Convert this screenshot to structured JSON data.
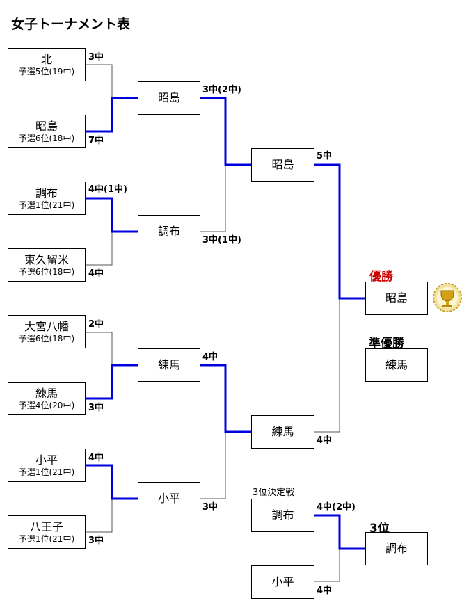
{
  "title": "女子トーナメント表",
  "round1": [
    {
      "name": "北",
      "sub": "予選5位(19中)",
      "score": "3中"
    },
    {
      "name": "昭島",
      "sub": "予選6位(18中)",
      "score": "7中"
    },
    {
      "name": "調布",
      "sub": "予選1位(21中)",
      "score": "4中(1中)"
    },
    {
      "name": "東久留米",
      "sub": "予選6位(18中)",
      "score": "4中"
    },
    {
      "name": "大宮八幡",
      "sub": "予選6位(18中)",
      "score": "2中"
    },
    {
      "name": "練馬",
      "sub": "予選4位(20中)",
      "score": "3中"
    },
    {
      "name": "小平",
      "sub": "予選1位(21中)",
      "score": "4中"
    },
    {
      "name": "八王子",
      "sub": "予選1位(21中)",
      "score": "3中"
    }
  ],
  "round2": [
    {
      "name": "昭島",
      "score": "3中(2中)"
    },
    {
      "name": "調布",
      "score": "3中(1中)"
    },
    {
      "name": "練馬",
      "score": "4中"
    },
    {
      "name": "小平",
      "score": "3中"
    }
  ],
  "semis": [
    {
      "name": "昭島",
      "score": "5中"
    },
    {
      "name": "練馬",
      "score": "4中"
    }
  ],
  "champion": {
    "label": "優勝",
    "name": "昭島"
  },
  "runner_up": {
    "label": "準優勝",
    "name": "練馬"
  },
  "third_place": {
    "caption": "3位決定戦",
    "teams": [
      {
        "name": "調布",
        "score": "4中(2中)"
      },
      {
        "name": "小平",
        "score": "4中"
      }
    ],
    "label": "3位",
    "name": "調布"
  },
  "colors": {
    "winner_line": "#0000dd",
    "loser_line": "#555555",
    "champion_label": "#cc0000",
    "trophy": "#d4a017"
  },
  "icons": {
    "trophy": "trophy-icon"
  }
}
